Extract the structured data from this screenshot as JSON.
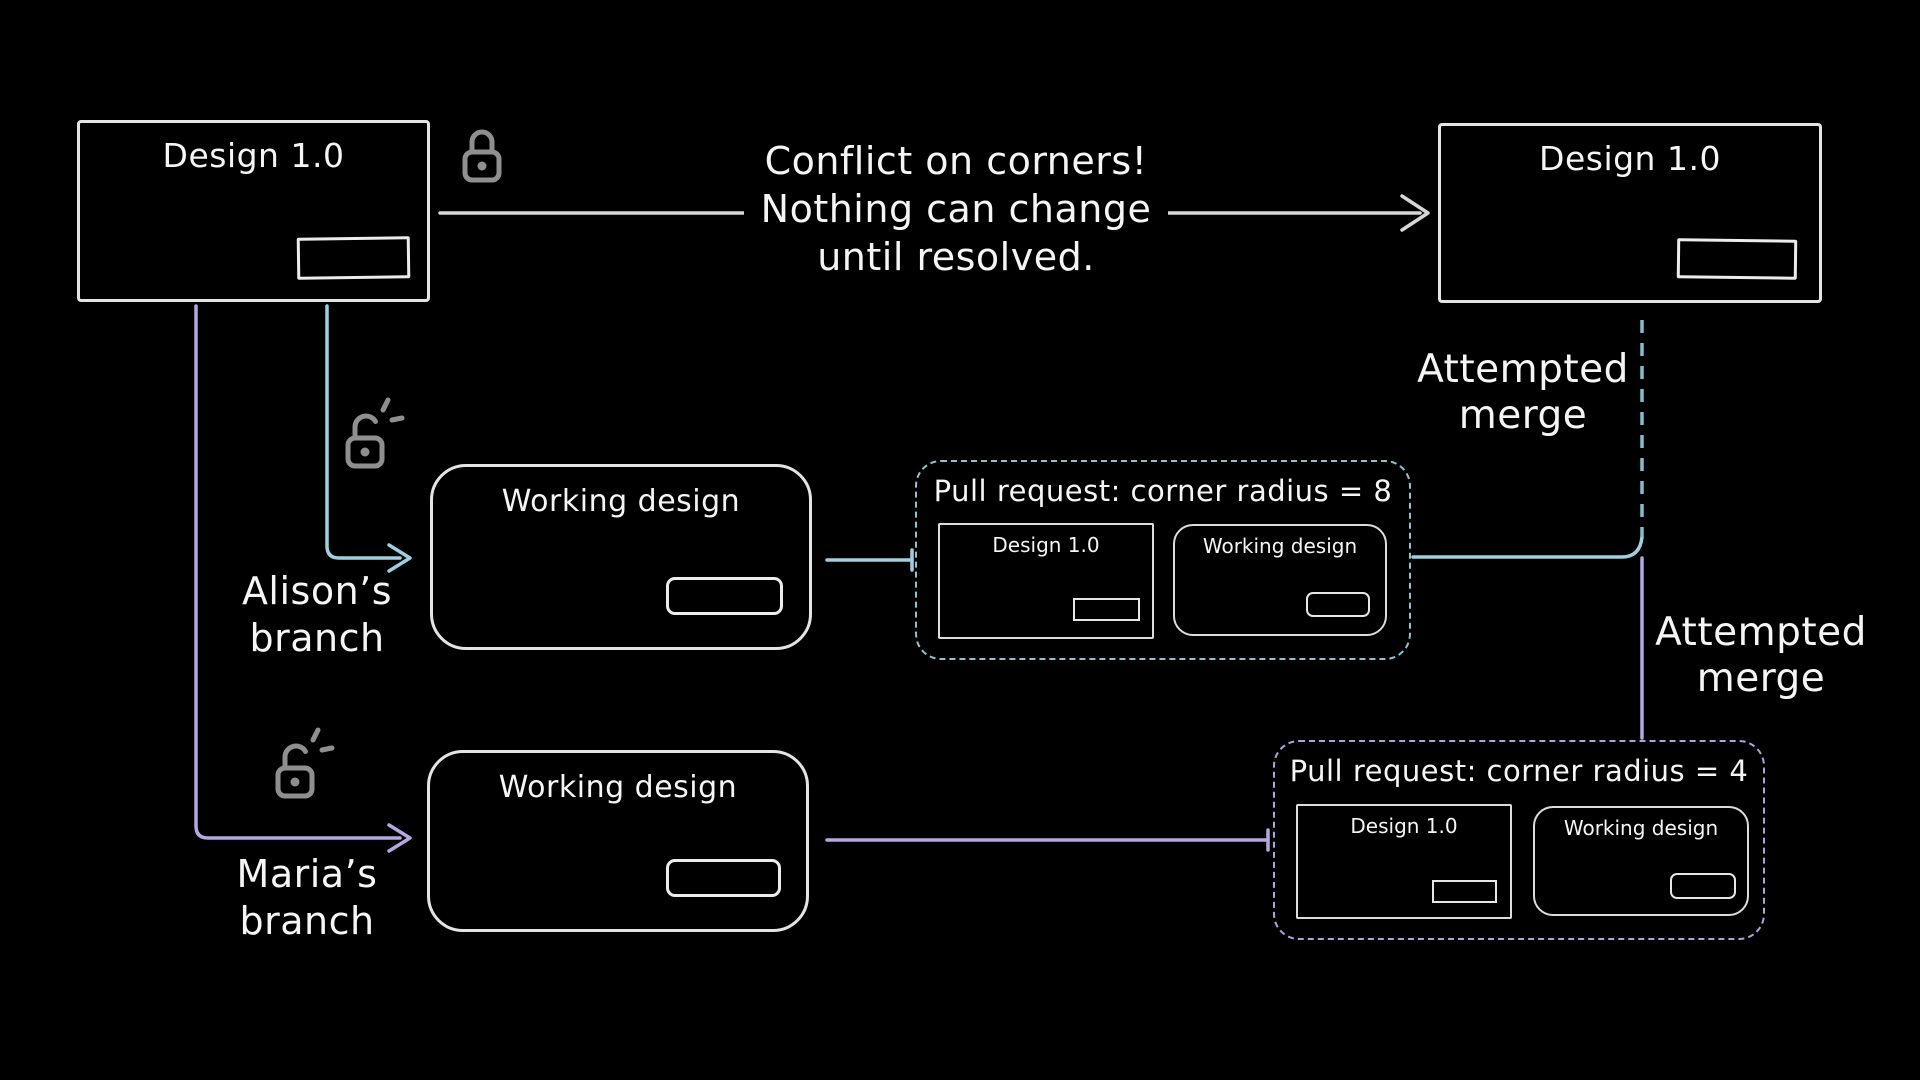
{
  "diagram": {
    "main_left_box": {
      "title": "Design 1.0"
    },
    "main_right_box": {
      "title": "Design 1.0"
    },
    "conflict_note": {
      "line1": "Conflict on corners!",
      "line2": "Nothing can change",
      "line3": "until resolved."
    },
    "attempted_merge_top": {
      "line1": "Attempted",
      "line2": "merge"
    },
    "attempted_merge_bottom": {
      "line1": "Attempted",
      "line2": "merge"
    },
    "alison": {
      "branch_line1": "Alison’s",
      "branch_line2": "branch",
      "working_box_title": "Working design",
      "pull_request": {
        "title": "Pull request: corner radius = 8",
        "design_box_title": "Design 1.0",
        "working_box_title": "Working design"
      }
    },
    "maria": {
      "branch_line1": "Maria’s",
      "branch_line2": "branch",
      "working_box_title": "Working design",
      "pull_request": {
        "title": "Pull request: corner radius = 4",
        "design_box_title": "Design 1.0",
        "working_box_title": "Working design"
      }
    },
    "icons": {
      "top_lock": "lock-closed-icon",
      "alison_lock": "lock-open-icon",
      "maria_lock": "lock-open-icon"
    },
    "colors": {
      "background": "#000000",
      "box_stroke": "#e4e4e4",
      "arrow_gray": "#d6d6d6",
      "alison_teal": "#9fcfe0",
      "teal_dashed": "#84bccb",
      "maria_purple": "#b5a7e0",
      "icon_gray": "#8f8f8f",
      "text": "#f5f5f5"
    }
  }
}
